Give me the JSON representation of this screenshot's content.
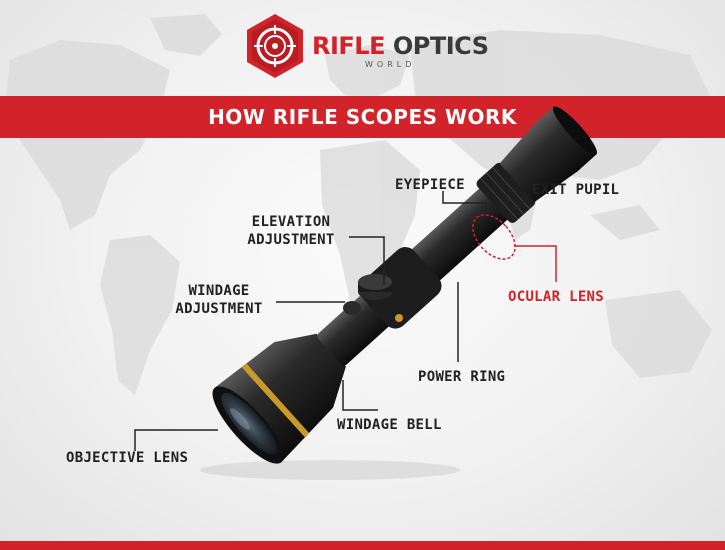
{
  "logo": {
    "brand_primary": "RIFLE",
    "brand_secondary": "OPTICS",
    "brand_sub": "WORLD",
    "icon": "crosshair-hexagon-icon"
  },
  "banner": {
    "title": "HOW RIFLE SCOPES WORK"
  },
  "diagram": {
    "subject": "rifle-scope",
    "labels": {
      "eyepiece": "EYEPIECE",
      "exit_pupil": "EXIT PUPIL",
      "elevation_adjustment_line1": "ELEVATION",
      "elevation_adjustment_line2": "ADJUSTMENT",
      "windage_adjustment_line1": "WINDAGE",
      "windage_adjustment_line2": "ADJUSTMENT",
      "ocular_lens": "OCULAR LENS",
      "power_ring": "POWER RING",
      "windage_bell": "WINDAGE BELL",
      "objective_lens": "OBJECTIVE LENS"
    }
  },
  "colors": {
    "accent_red": "#d2232a",
    "label_dark": "#222222",
    "background": "#efefef"
  }
}
